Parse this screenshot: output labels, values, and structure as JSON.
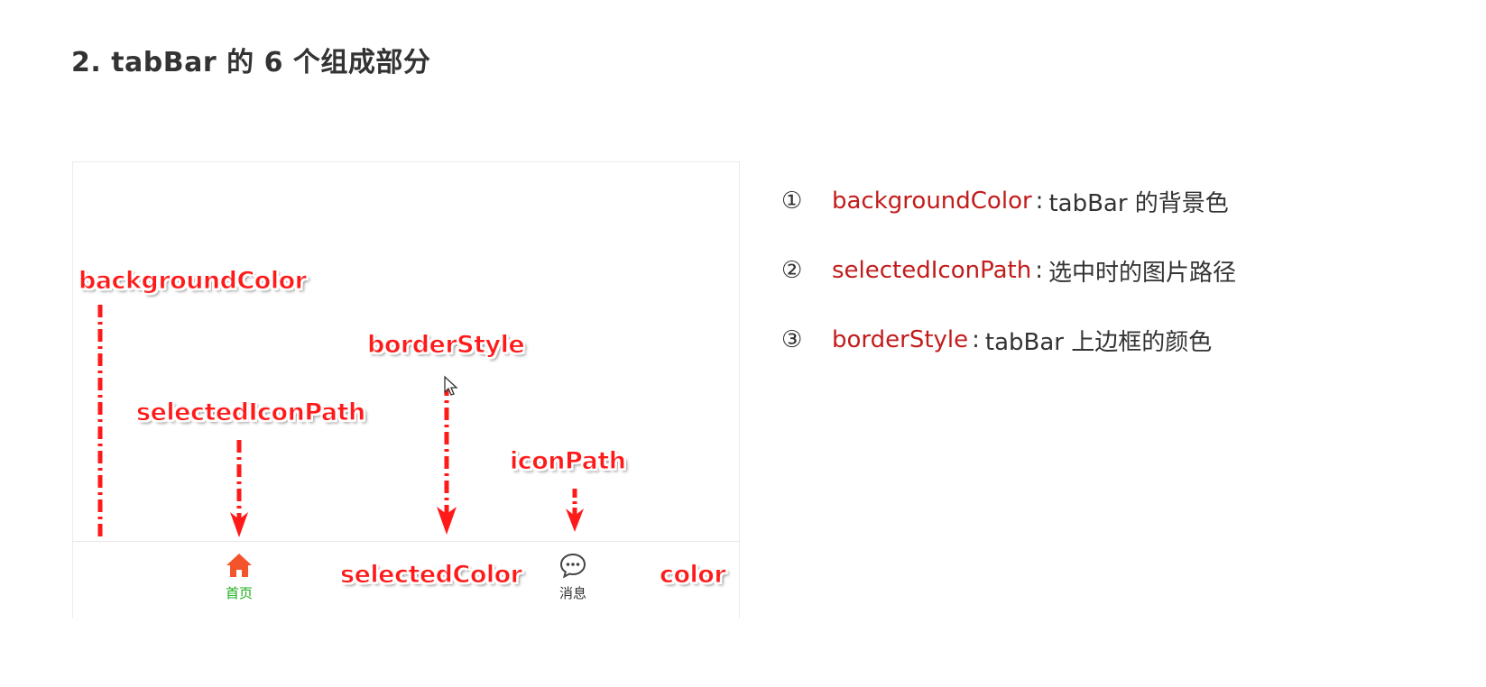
{
  "title": "2. tabBar 的 6 个组成部分",
  "figure": {
    "annotations": {
      "background_color": "backgroundColor",
      "border_style": "borderStyle",
      "selected_icon_path": "selectedIconPath",
      "icon_path": "iconPath",
      "selected_color": "selectedColor",
      "color": "color"
    },
    "tabs": [
      {
        "label": "首页",
        "icon": "home-icon",
        "selected": true
      },
      {
        "label": "消息",
        "icon": "chat-bubble-icon",
        "selected": false
      }
    ],
    "colors": {
      "annotation": "#ff1a1a",
      "selected_text": "#1aad19",
      "selected_icon": "#f4542c",
      "normal_text": "#333333"
    }
  },
  "items": [
    {
      "num": "①",
      "keyword": "backgroundColor",
      "sep": ":",
      "desc": "tabBar 的背景色"
    },
    {
      "num": "②",
      "keyword": "selectedIconPath",
      "sep": ":",
      "desc": "选中时的图片路径"
    },
    {
      "num": "③",
      "keyword": "borderStyle",
      "sep": ":",
      "desc": "tabBar 上边框的颜色"
    }
  ],
  "colors": {
    "keyword": "#c21c1c",
    "text": "#333333"
  }
}
